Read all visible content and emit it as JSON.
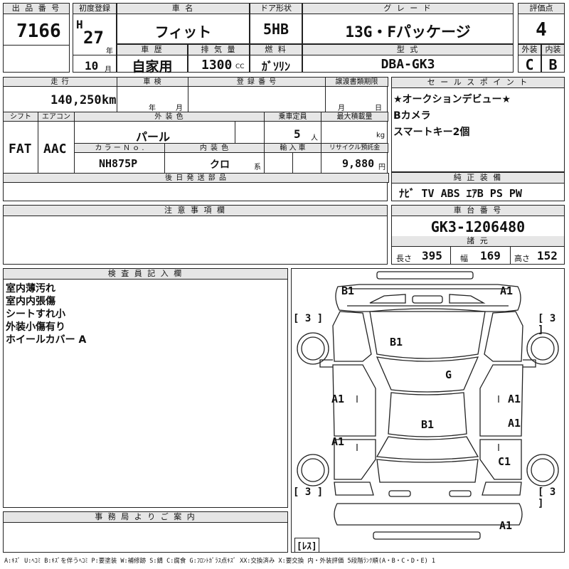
{
  "header": {
    "lot_number": {
      "label": "出 品 番 号",
      "value": "7166"
    },
    "first_registration": {
      "label": "初度登録",
      "era": "H",
      "year": "27",
      "year_suffix": "年",
      "month": "10",
      "month_suffix": "月"
    },
    "car_name": {
      "label": "車 名",
      "value": "フィット"
    },
    "door_type": {
      "label": "ドア形状",
      "value": "5HB"
    },
    "grade": {
      "label": "グ レ ー ド",
      "value": "13G・Fパッケージ"
    },
    "score": {
      "label": "評価点",
      "value": "4"
    },
    "history": {
      "label": "車 歴",
      "value": "自家用"
    },
    "displacement": {
      "label": "排 気 量",
      "value": "1300",
      "unit": "CC"
    },
    "fuel": {
      "label": "燃 料",
      "value": "ｶﾞｿﾘﾝ"
    },
    "model": {
      "label": "型 式",
      "value": "DBA-GK3"
    },
    "exterior_grade": {
      "label": "外装",
      "value": "C"
    },
    "interior_grade": {
      "label": "内装",
      "value": "B"
    }
  },
  "info": {
    "mileage": {
      "label": "走 行",
      "value": "140,250",
      "unit": "km"
    },
    "inspection": {
      "label": "車 検",
      "year_unit": "年",
      "month_unit": "月"
    },
    "registration_number": {
      "label": "登 録 番 号"
    },
    "transfer_deadline": {
      "label": "譲渡書類期限",
      "month_unit": "月",
      "day_unit": "日"
    },
    "shift": {
      "label": "シフト",
      "value": "FAT"
    },
    "aircon": {
      "label": "エアコン",
      "value": "AAC"
    },
    "exterior_color": {
      "label": "外 装 色",
      "value": "パール"
    },
    "capacity": {
      "label": "乗車定員",
      "value": "5",
      "unit": "人"
    },
    "max_load": {
      "label": "最大積載量",
      "unit": "kg"
    },
    "color_no": {
      "label": "カ ラ ー Ｎ ｏ .",
      "value": "NH875P"
    },
    "interior_color": {
      "label": "内 装 色",
      "value": "クロ",
      "unit": "系"
    },
    "import": {
      "label": "輸 入 車"
    },
    "recycle_fee": {
      "label": "リサイクル預託金",
      "value": "9,880",
      "unit": "円"
    },
    "later_parts": {
      "label": "後 日 発 送 部 品"
    },
    "notes": {
      "label": "注 意 事 項 欄"
    }
  },
  "sales_points": {
    "label": "セ ー ル ス ポ イ ン ト",
    "lines": [
      "★オークションデビュー★",
      "Bカメラ",
      "スマートキー2個"
    ]
  },
  "equipment": {
    "label": "純 正 装 備",
    "value": "ﾅﾋﾞ TV ABS ｴｱB PS PW"
  },
  "chassis": {
    "label": "車 台 番 号",
    "value": "GK3-1206480"
  },
  "specs": {
    "label": "諸 元",
    "length_label": "長さ",
    "length": "395",
    "width_label": "幅",
    "width": "169",
    "height_label": "高さ",
    "height": "152"
  },
  "inspector": {
    "label": "検 査 員 記 入 欄",
    "lines": [
      "室内薄汚れ",
      "室内内張傷",
      "シートすれ小",
      "外装小傷有り",
      "ホイールカバー A"
    ]
  },
  "office": {
    "label": "事 務 局 よ り ご 案 内"
  },
  "diagram": {
    "marks": {
      "front_left": "B1",
      "front_right": "A1",
      "hood": "B1",
      "windshield": "G",
      "left_front_door": "A1",
      "right_front_door": "A1",
      "left_rear_door": "A1",
      "right_rear_door": "A1",
      "roof": "B1",
      "right_rear": "C1",
      "rear_bumper": "A1"
    },
    "tires": [
      "[ 3 ]",
      "[ 3 ]",
      "[ 3 ]",
      "[ 3 ]"
    ],
    "spare": "[ﾚｽ]"
  },
  "legend": "A:ｷｽﾞ U:ﾍｺﾐ B:ｷｽﾞを伴うﾍｺﾐ P:要塗装 W:補修跡 S:錆 C:腐食 G:ﾌﾛﾝﾄｶﾞﾗｽ点ｷｽﾞ XX:交換済み X:要交換 内・外装評価 5段階ﾗﾝｸ順(A・B・C・D・E) 1"
}
